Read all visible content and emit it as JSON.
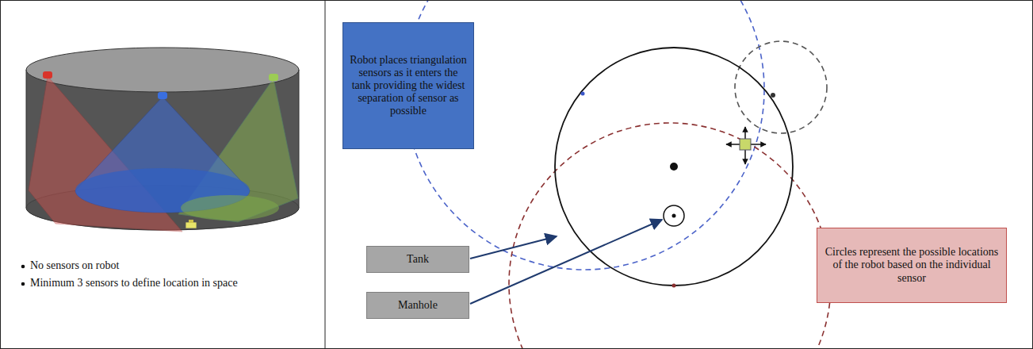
{
  "diagram": {
    "nodes": [
      {
        "text": [
          "Robot places triangulation sensors as it enters the tank providing the widest separation of sensor as possible"
        ]
      },
      {
        "text": [
          "Tank"
        ]
      },
      {
        "text": [
          "Manhole"
        ]
      },
      {
        "text": [
          "Circles represent the possible locations of the robot based on the individual sensor"
        ]
      }
    ],
    "labels": [
      "No sensors on robot",
      "Minimum 3 sensors to define location in space"
    ]
  }
}
